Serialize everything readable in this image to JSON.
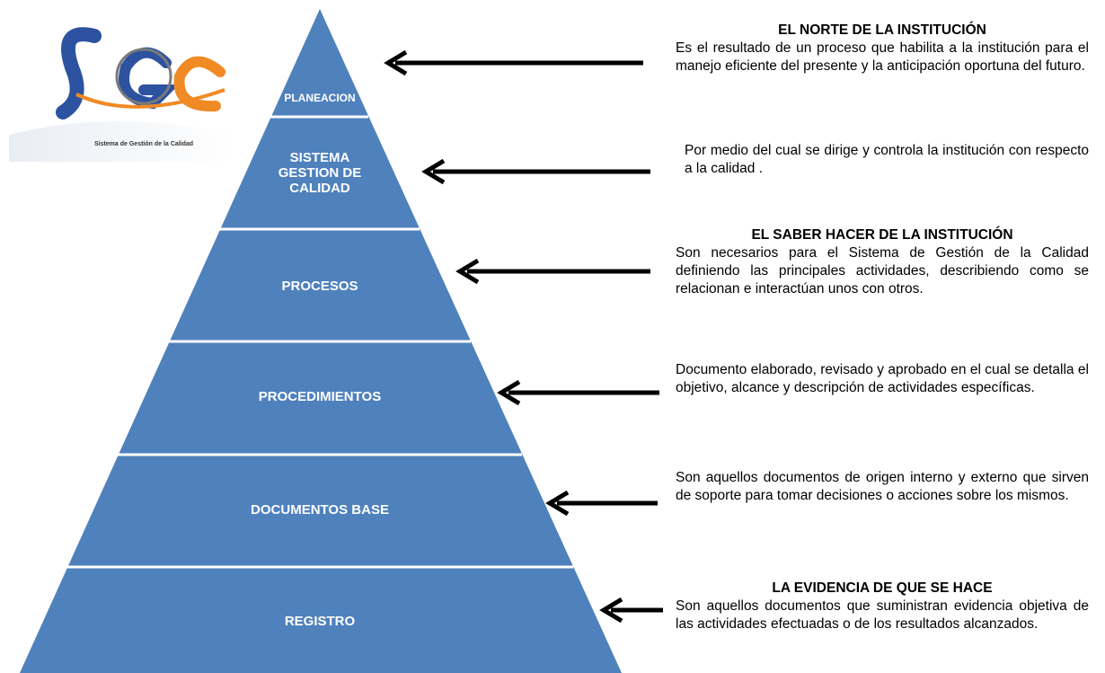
{
  "logo": {
    "letters": "SGC",
    "caption": "Sistema de Gestión de la Calidad"
  },
  "levels": [
    {
      "label": "PLANEACION"
    },
    {
      "label": "SISTEMA\nGESTION DE\nCALIDAD"
    },
    {
      "label": "PROCESOS"
    },
    {
      "label": "PROCEDIMIENTOS"
    },
    {
      "label": "DOCUMENTOS BASE"
    },
    {
      "label": "REGISTRO"
    }
  ],
  "descriptions": [
    {
      "title": "EL NORTE DE LA INSTITUCIÓN",
      "text": "Es el resultado de un proceso que habilita a la institución para el manejo eficiente del presente y la anticipación oportuna del futuro."
    },
    {
      "title": "",
      "text": "Por medio del cual se dirige y controla la institución con respecto a la calidad ."
    },
    {
      "title": "EL SABER HACER DE LA INSTITUCIÓN",
      "text": "Son necesarios para el Sistema de Gestión de la Calidad definiendo las principales actividades, describiendo como se relacionan e interactúan unos con otros."
    },
    {
      "title": "",
      "text": "Documento elaborado, revisado y aprobado en el cual se detalla el objetivo, alcance y descripción de actividades específicas."
    },
    {
      "title": "",
      "text": "Son aquellos documentos de origen interno y externo que sirven de soporte para tomar decisiones o acciones sobre los mismos."
    },
    {
      "title": "LA EVIDENCIA DE QUE SE HACE",
      "text": "Son aquellos documentos que suministran evidencia objetiva de las actividades efectuadas o de los resultados alcanzados."
    }
  ],
  "colors": {
    "pyramid_fill": "#4f81bd",
    "separator": "#ffffff",
    "arrow": "#000000"
  }
}
